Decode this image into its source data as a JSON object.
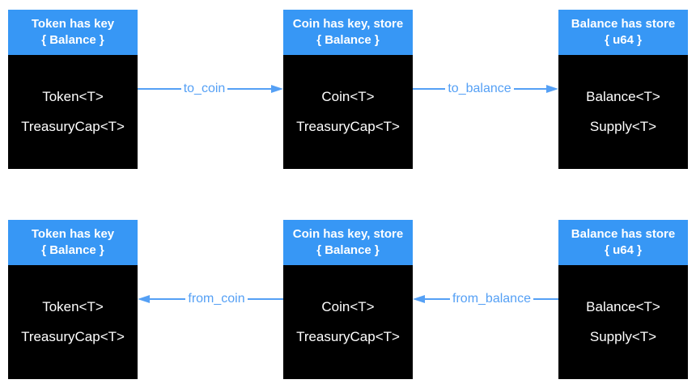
{
  "diagram": {
    "colors": {
      "background": "#ffffff",
      "header_bg": "#3797f5",
      "body_bg": "#000000",
      "box_text": "#ffffff",
      "arrow": "#55a0f5"
    },
    "rows": [
      {
        "boxes": [
          {
            "title_line1": "Token has key",
            "title_line2": "{ Balance }",
            "items": [
              "Token<T>",
              "TreasuryCap<T>"
            ]
          },
          {
            "title_line1": "Coin has key, store",
            "title_line2": "{ Balance }",
            "items": [
              "Coin<T>",
              "TreasuryCap<T>"
            ]
          },
          {
            "title_line1": "Balance has store",
            "title_line2": "{ u64 }",
            "items": [
              "Balance<T>",
              "Supply<T>"
            ]
          }
        ],
        "arrows": [
          {
            "label": "to_coin",
            "direction": "right"
          },
          {
            "label": "to_balance",
            "direction": "right"
          }
        ]
      },
      {
        "boxes": [
          {
            "title_line1": "Token has key",
            "title_line2": "{ Balance }",
            "items": [
              "Token<T>",
              "TreasuryCap<T>"
            ]
          },
          {
            "title_line1": "Coin has key, store",
            "title_line2": "{ Balance }",
            "items": [
              "Coin<T>",
              "TreasuryCap<T>"
            ]
          },
          {
            "title_line1": "Balance has store",
            "title_line2": "{ u64 }",
            "items": [
              "Balance<T>",
              "Supply<T>"
            ]
          }
        ],
        "arrows": [
          {
            "label": "from_coin",
            "direction": "left"
          },
          {
            "label": "from_balance",
            "direction": "left"
          }
        ]
      }
    ]
  }
}
